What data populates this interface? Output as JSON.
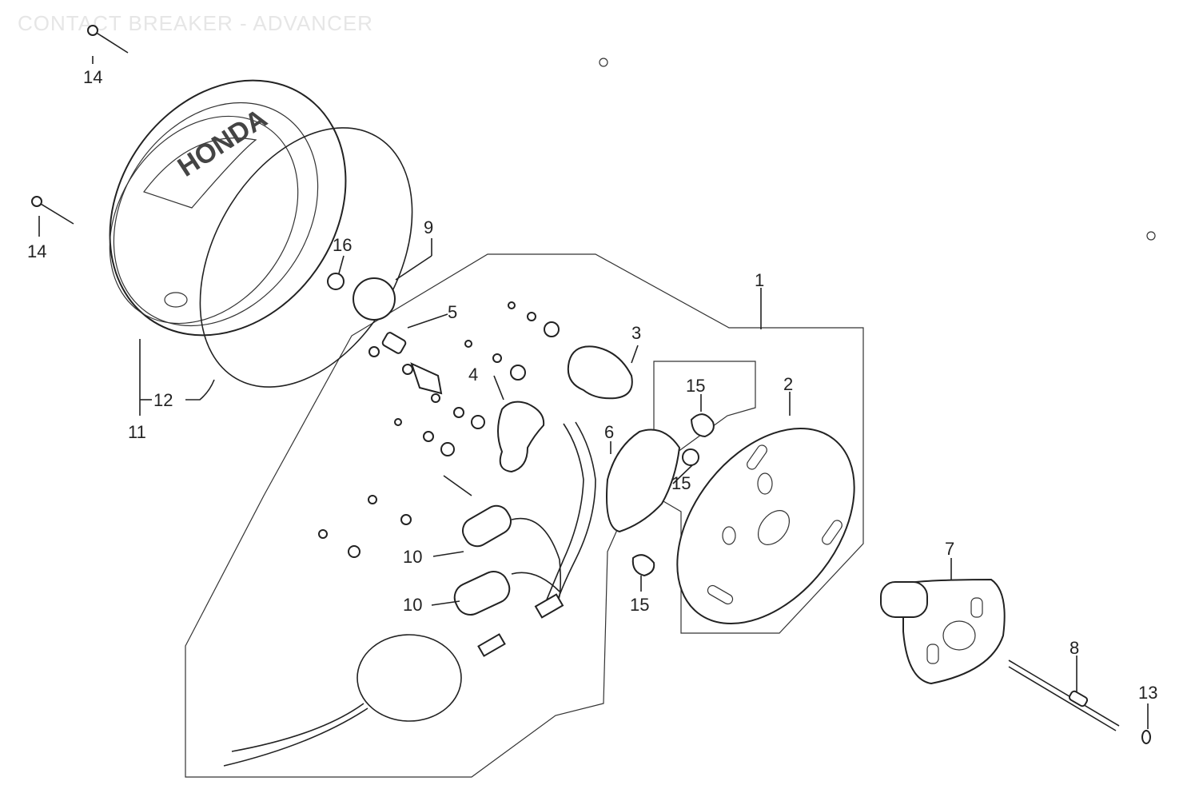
{
  "title": "CONTACT BREAKER - ADVANCER",
  "callouts": [
    {
      "id": "c14a",
      "text": "14"
    },
    {
      "id": "c14b",
      "text": "14"
    },
    {
      "id": "c16",
      "text": "16"
    },
    {
      "id": "c9",
      "text": "9"
    },
    {
      "id": "c5",
      "text": "5"
    },
    {
      "id": "c1",
      "text": "1"
    },
    {
      "id": "c3",
      "text": "3"
    },
    {
      "id": "c4",
      "text": "4"
    },
    {
      "id": "c15a",
      "text": "15"
    },
    {
      "id": "c2",
      "text": "2"
    },
    {
      "id": "c6",
      "text": "6"
    },
    {
      "id": "c15b",
      "text": "15"
    },
    {
      "id": "c12",
      "text": "12"
    },
    {
      "id": "c11",
      "text": "11"
    },
    {
      "id": "c10a",
      "text": "10"
    },
    {
      "id": "c10b",
      "text": "10"
    },
    {
      "id": "c15c",
      "text": "15"
    },
    {
      "id": "c7",
      "text": "7"
    },
    {
      "id": "c8",
      "text": "8"
    },
    {
      "id": "c13",
      "text": "13"
    }
  ],
  "cover_logo": "HONDA",
  "colors": {
    "line": "#222222",
    "title": "#e6e6e6",
    "background": "#ffffff"
  }
}
